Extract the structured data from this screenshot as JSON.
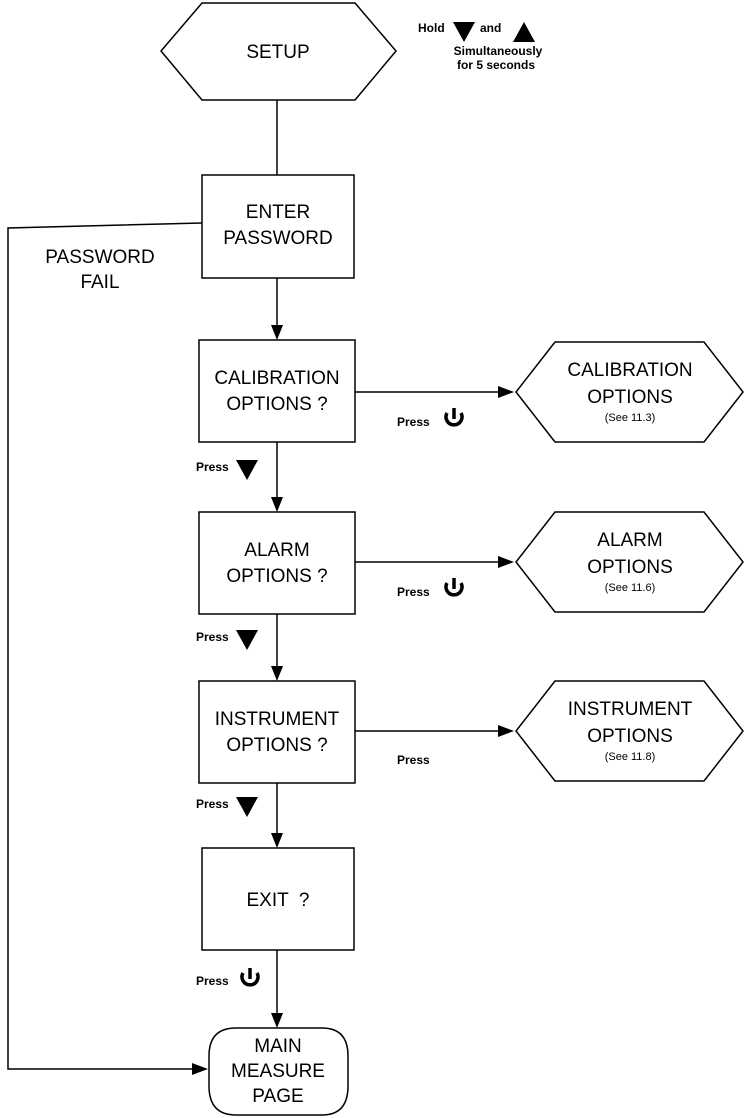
{
  "nodes": {
    "setup": {
      "label": "SETUP"
    },
    "enter_password": {
      "line1": "ENTER",
      "line2": "PASSWORD"
    },
    "calibration_question": {
      "line1": "CALIBRATION",
      "line2": "OPTIONS ?"
    },
    "alarm_question": {
      "line1": "ALARM",
      "line2": "OPTIONS ?"
    },
    "instrument_question": {
      "line1": "INSTRUMENT",
      "line2": "OPTIONS ?"
    },
    "exit_question": {
      "label": "EXIT  ?"
    },
    "calibration_options": {
      "line1": "CALIBRATION",
      "line2": "OPTIONS",
      "ref": "(See 11.3)"
    },
    "alarm_options": {
      "line1": "ALARM",
      "line2": "OPTIONS",
      "ref": "(See 11.6)"
    },
    "instrument_options": {
      "line1": "INSTRUMENT",
      "line2": "OPTIONS",
      "ref": "(See 11.8)"
    },
    "main_measure_page": {
      "line1": "MAIN",
      "line2": "MEASURE",
      "line3": "PAGE"
    }
  },
  "setup_note": {
    "hold": "Hold",
    "and": "and",
    "line2": "Simultaneously",
    "line3": "for 5 seconds"
  },
  "password_fail": {
    "line1": "PASSWORD",
    "line2": "FAIL"
  },
  "press_label": "Press",
  "icons": {
    "down": "down-triangle-icon",
    "up": "up-triangle-icon",
    "power": "power-icon"
  },
  "colors": {
    "line": "#000000",
    "fill": "#ffffff"
  }
}
